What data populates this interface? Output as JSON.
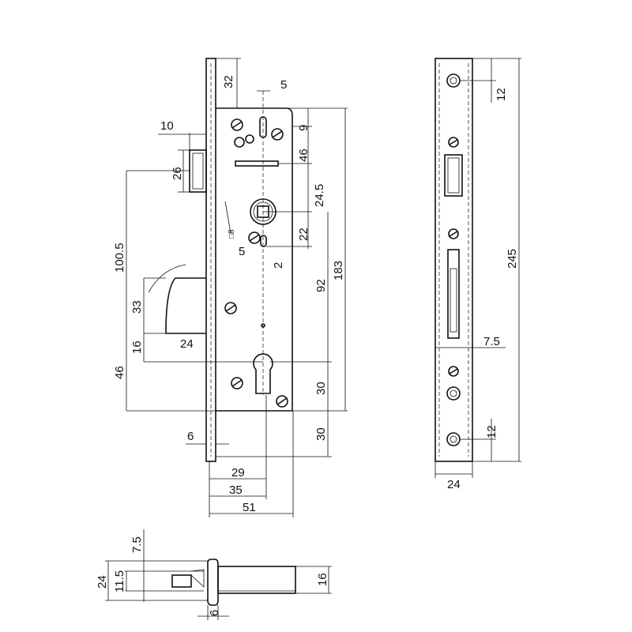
{
  "front_view": {
    "dims": {
      "faceplate_top": "32",
      "slot_width": "5",
      "bolt_projection": "10",
      "slot_height": "9",
      "bolt_height": "26",
      "to_bolt": "46",
      "to_spindle": "24.5",
      "spindle_square": "□8",
      "spindle_to_slot": "22",
      "screw_offset": "5",
      "slot_small": "2",
      "bolt_to_case": "100.5",
      "spindle_to_cyl": "92",
      "case_height": "183",
      "latch_height": "33",
      "latch_low": "16",
      "latch_projection": "24",
      "latch_to_bottom": "46",
      "cyl_to_bottom": "30",
      "bottom_extension": "30",
      "faceplate_thickness": "6",
      "backset": "29",
      "backset_35": "35",
      "case_depth": "51"
    }
  },
  "side_view": {
    "dims": {
      "top_hole": "12",
      "total_length": "245",
      "latch_offset": "7.5",
      "bottom_hole": "12",
      "width": "24"
    }
  },
  "bottom_view": {
    "dims": {
      "offset": "7.5",
      "width": "24",
      "inner": "11.5",
      "body": "16",
      "plate": "6"
    }
  }
}
